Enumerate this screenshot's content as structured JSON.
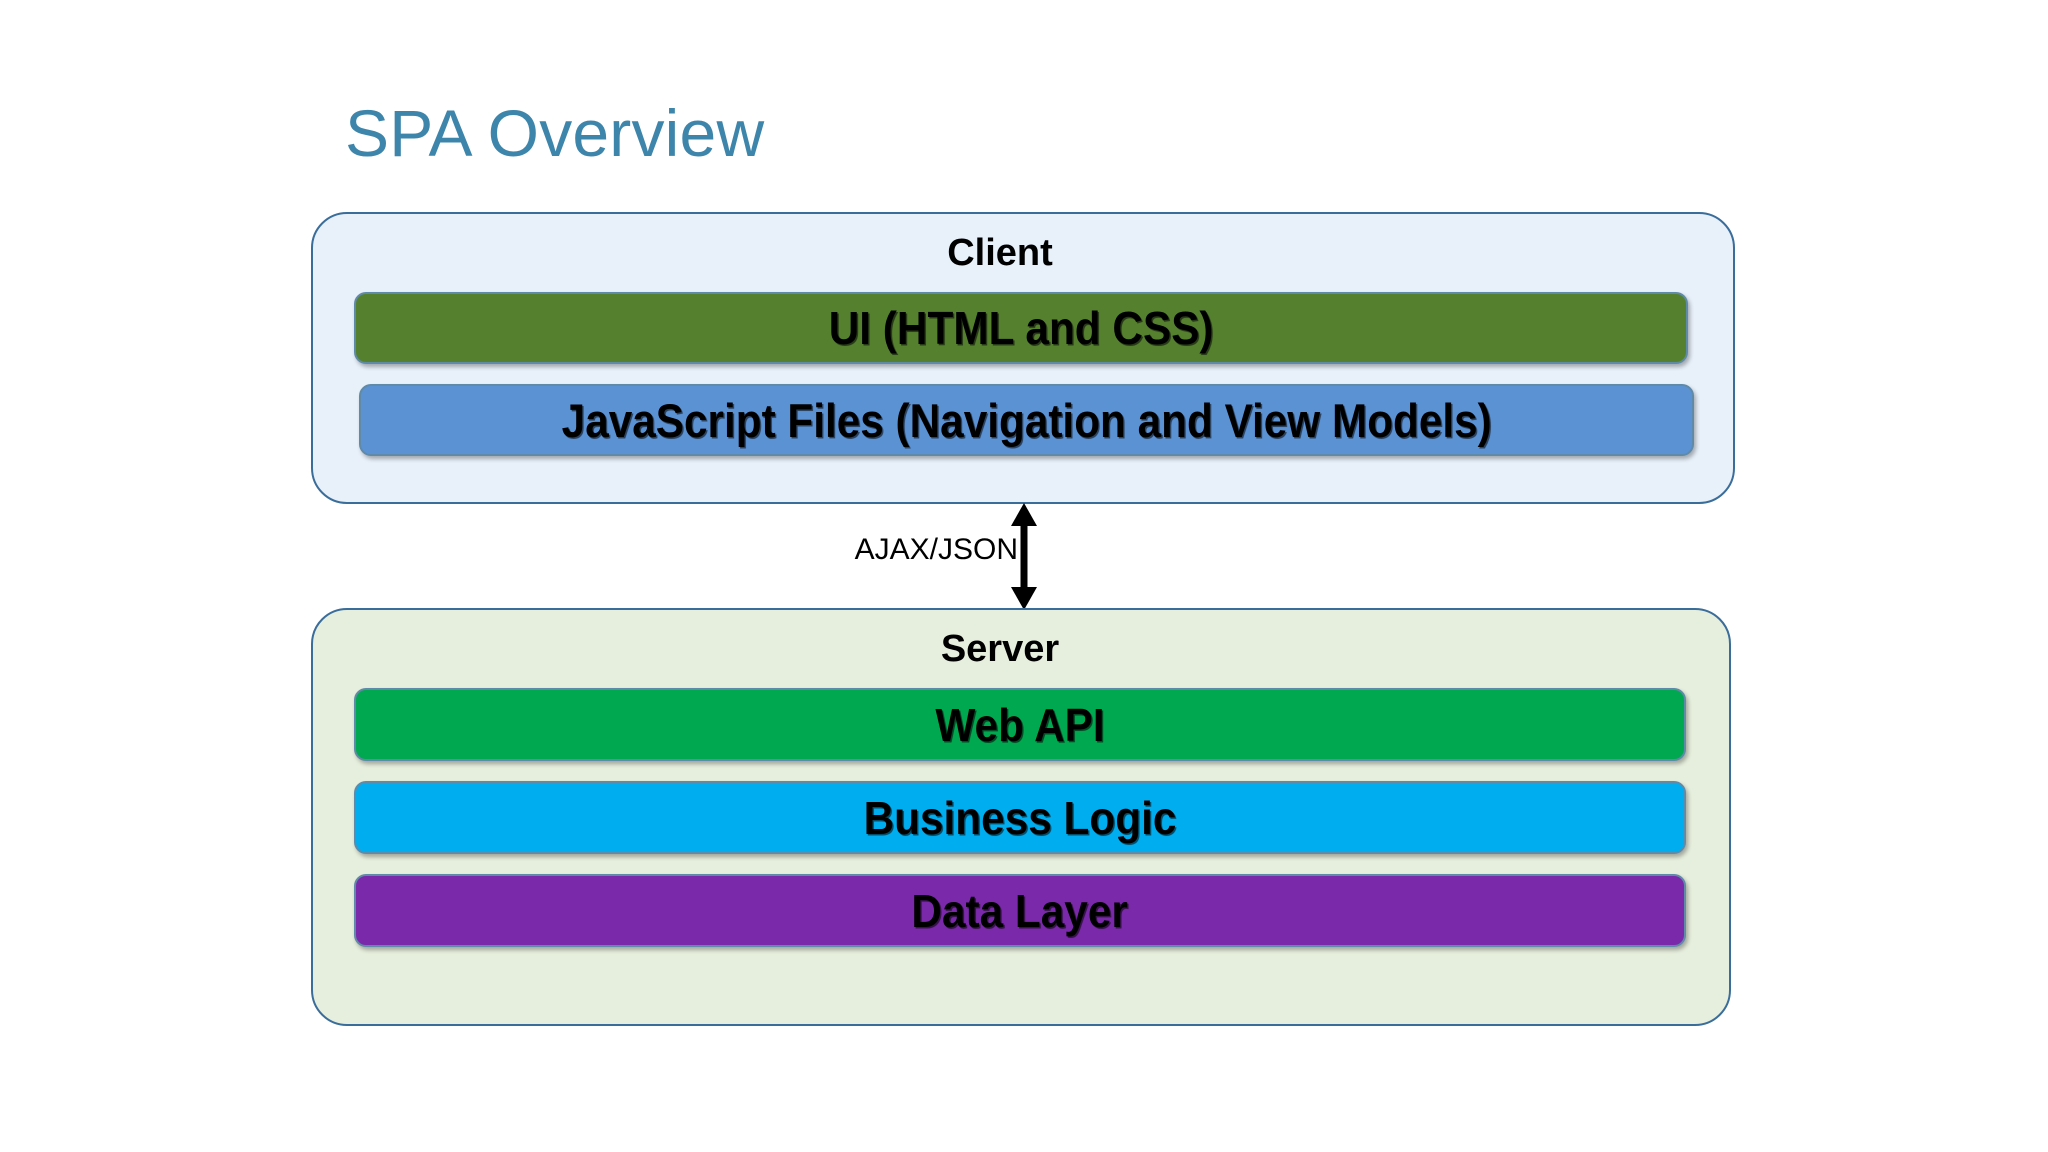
{
  "slide": {
    "title": "SPA Overview",
    "title_color": "#3e85ab",
    "background": "#ffffff"
  },
  "diagram": {
    "type": "layered-architecture",
    "zones": [
      {
        "id": "client",
        "title": "Client",
        "fill": "#e8f0fa",
        "border": "#3a6d9a",
        "layers": [
          {
            "id": "ui",
            "label": "UI (HTML and CSS)",
            "fill": "#55812f"
          },
          {
            "id": "js",
            "label": "JavaScript Files (Navigation and View Models)",
            "fill": "#5b92d4"
          }
        ]
      },
      {
        "id": "server",
        "title": "Server",
        "fill": "#e6eedd",
        "border": "#3a6d9a",
        "layers": [
          {
            "id": "webapi",
            "label": "Web API",
            "fill": "#00a94f"
          },
          {
            "id": "business",
            "label": "Business Logic",
            "fill": "#00aeef"
          },
          {
            "id": "data",
            "label": "Data Layer",
            "fill": "#7b29ab"
          }
        ]
      }
    ],
    "connector": {
      "label": "AJAX/JSON",
      "arrow": "double-headed-vertical",
      "color": "#000000",
      "from": "client",
      "to": "server"
    }
  }
}
